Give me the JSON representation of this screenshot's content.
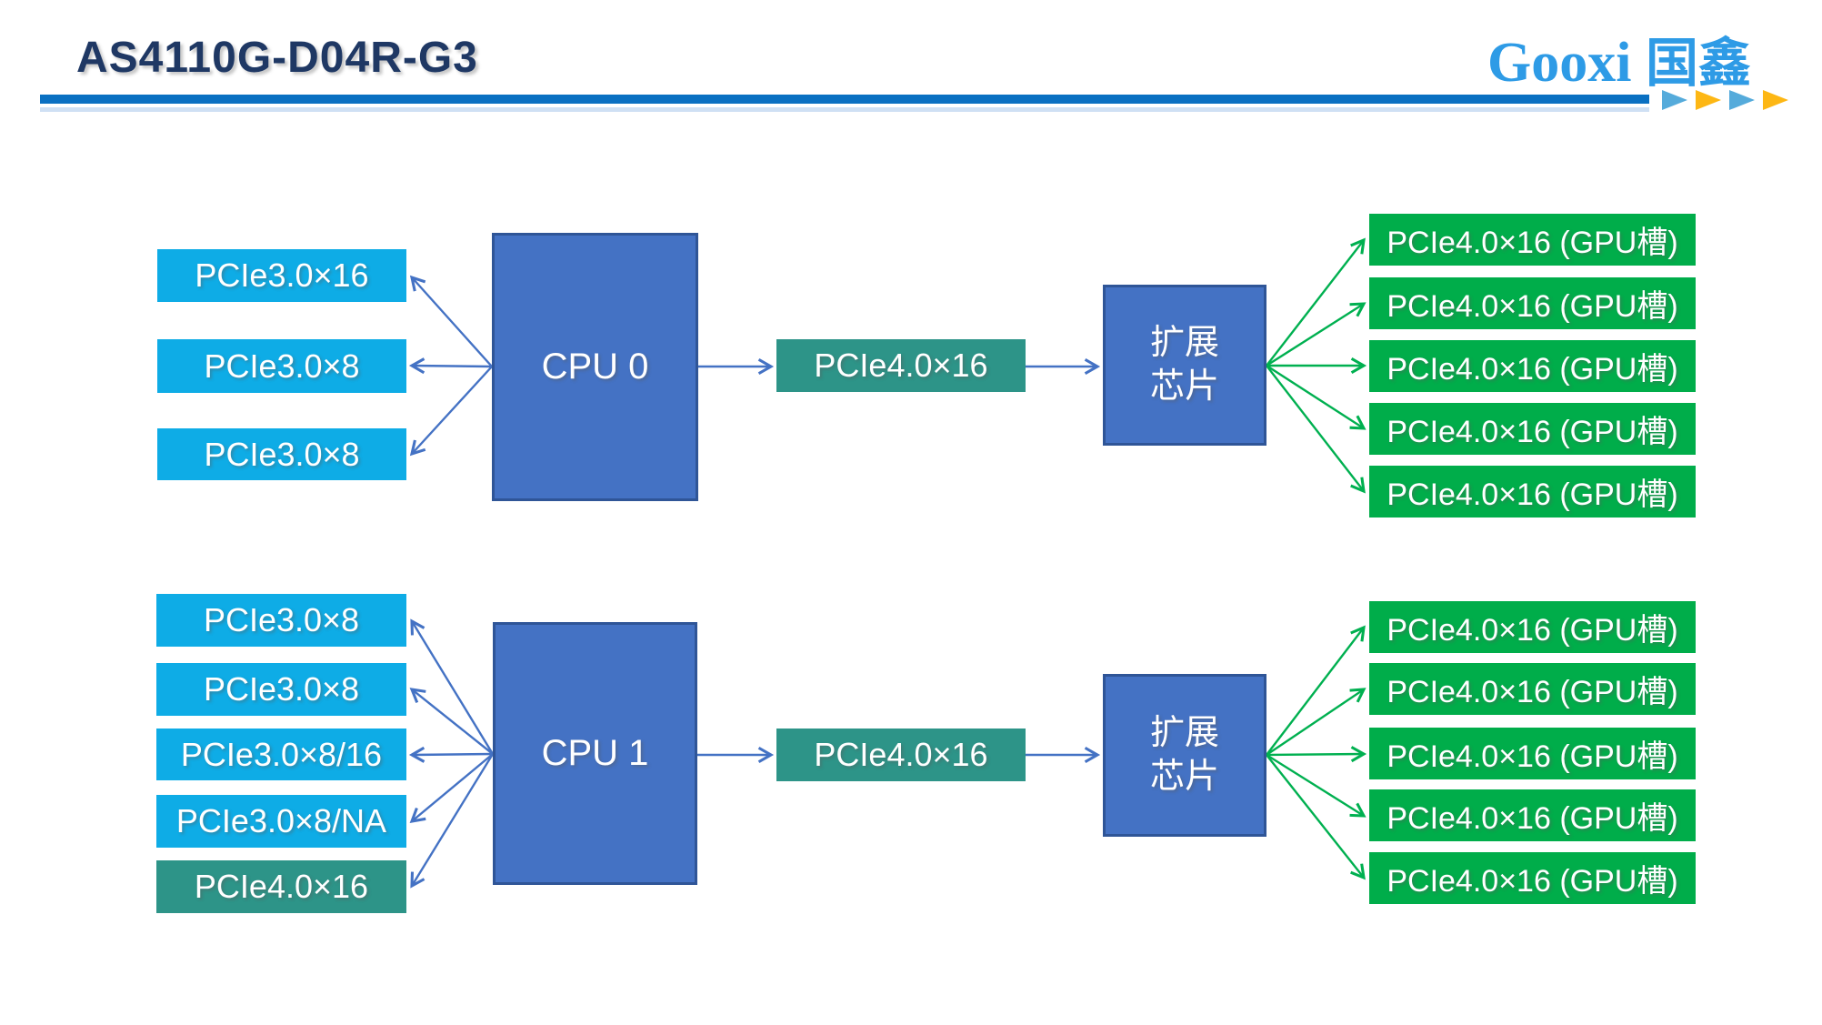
{
  "header": {
    "title": "AS4110G-D04R-G3",
    "brand_latin": "Gooxi",
    "brand_cjk": "国鑫"
  },
  "colors": {
    "title_text": "#1F3864",
    "divider": "#0A70C2",
    "divider_light": "#CFE0F4",
    "brand_blue": "#2E9BE6",
    "triangle_blue": "#55ABDB",
    "triangle_orange": "#FDB714",
    "cpu_fill": "#4472C4",
    "cpu_border": "#2F5597",
    "slot_cyan": "#0EACE6",
    "slot_teal": "#2D9488",
    "slot_green": "#00AD4A",
    "arrow_blue": "#4472C4",
    "arrow_green": "#00B050"
  },
  "sections": [
    {
      "cpu": "CPU 0",
      "left_slots": [
        {
          "label": "PCIe3.0×16"
        },
        {
          "label": "PCIe3.0×8"
        },
        {
          "label": "PCIe3.0×8"
        }
      ],
      "link": "PCIe4.0×16",
      "expander_line1": "扩展",
      "expander_line2": "芯片",
      "gpu_slots": [
        "PCIe4.0×16 (GPU槽)",
        "PCIe4.0×16 (GPU槽)",
        "PCIe4.0×16 (GPU槽)",
        "PCIe4.0×16 (GPU槽)",
        "PCIe4.0×16 (GPU槽)"
      ]
    },
    {
      "cpu": "CPU 1",
      "left_slots": [
        {
          "label": "PCIe3.0×8"
        },
        {
          "label": "PCIe3.0×8"
        },
        {
          "label": "PCIe3.0×8/16"
        },
        {
          "label": "PCIe3.0×8/NA"
        },
        {
          "label": "PCIe4.0×16"
        }
      ],
      "link": "PCIe4.0×16",
      "expander_line1": "扩展",
      "expander_line2": "芯片",
      "gpu_slots": [
        "PCIe4.0×16 (GPU槽)",
        "PCIe4.0×16 (GPU槽)",
        "PCIe4.0×16 (GPU槽)",
        "PCIe4.0×16 (GPU槽)",
        "PCIe4.0×16 (GPU槽)"
      ]
    }
  ]
}
